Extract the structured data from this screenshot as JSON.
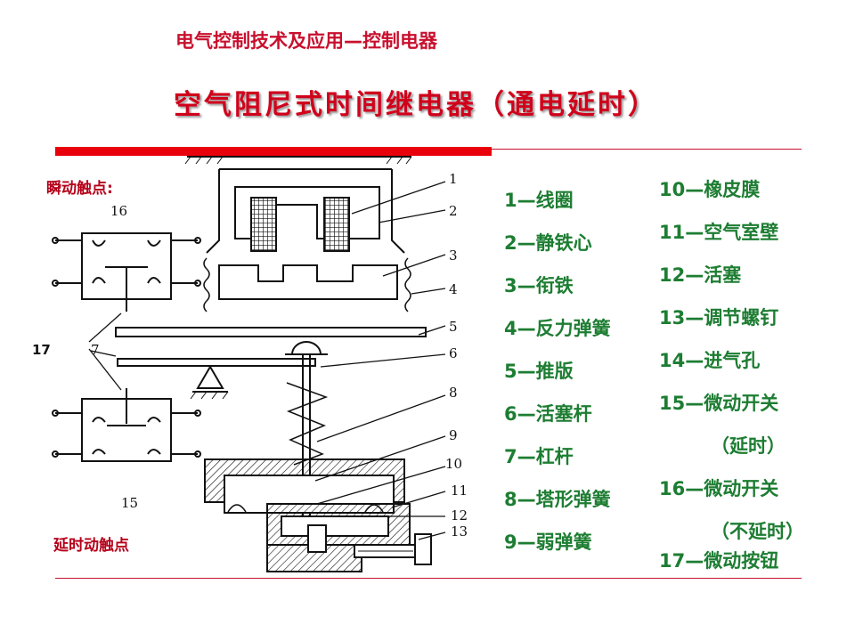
{
  "supertitle": "电气控制技术及应用—控制电器",
  "title": "空气阻尼式时间继电器（通电延时）",
  "labels": {
    "instant_contacts": "瞬动触点:",
    "delayed_contacts": "延时动触点"
  },
  "callouts": [
    "1",
    "2",
    "3",
    "4",
    "5",
    "6",
    "7",
    "8",
    "9",
    "10",
    "11",
    "12",
    "13",
    "15",
    "16",
    "17"
  ],
  "legend": {
    "col1": [
      "1—线圈",
      "2—静铁心",
      "3—衔铁",
      "4—反力弹簧",
      "5—推版",
      "6—活塞杆",
      "7—杠杆",
      "8—塔形弹簧",
      "9—弱弹簧"
    ],
    "col2": [
      "10—橡皮膜",
      "11—空气室壁",
      "12—活塞",
      "13—调节螺钉",
      "14—进气孔",
      "15—微动开关",
      "（延时）",
      "16—微动开关",
      "（不延时）",
      "17—微动按钮"
    ]
  },
  "colors": {
    "title_red": "#d0021b",
    "accent_bar": "#e8000b",
    "legend_green": "#1d7d32"
  }
}
